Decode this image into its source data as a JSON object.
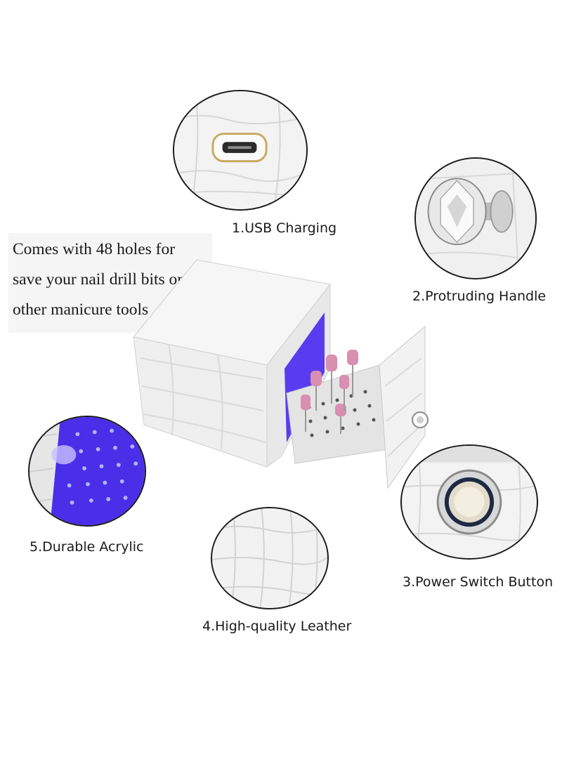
{
  "promo": {
    "lines": [
      "Comes with 48 holes for",
      "save your nail drill bits or",
      "other manicure tools"
    ]
  },
  "callouts": {
    "usb": "1.USB Charging",
    "handle": "2.Protruding Handle",
    "power": "3.Power Switch Button",
    "leather": "4.High-quality Leather",
    "acrylic": "5.Durable Acrylic"
  },
  "colors": {
    "leather": "#f2f2f2",
    "uv_glow": "#5a3cf0",
    "bit_pink": "#d98fb0",
    "outline": "#1a1a1a"
  }
}
